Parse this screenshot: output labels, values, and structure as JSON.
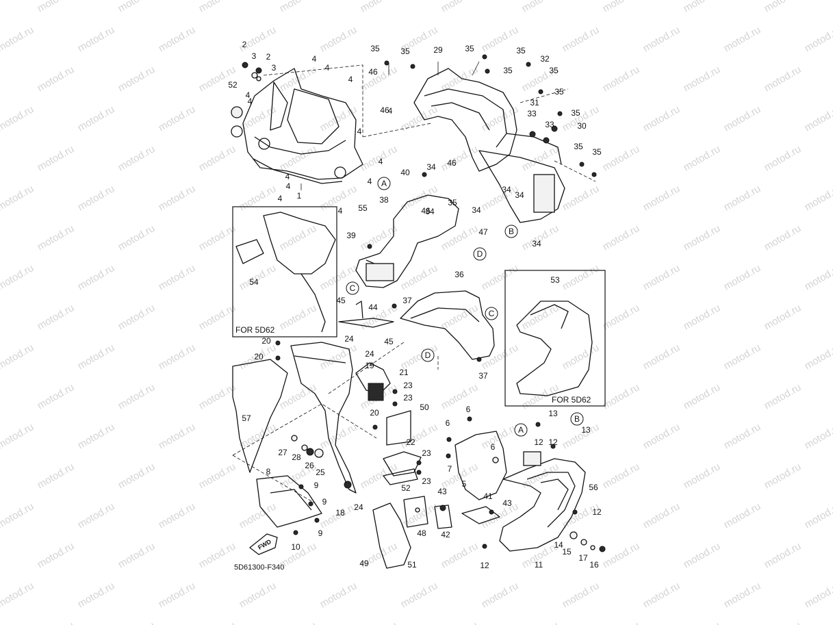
{
  "watermark": "motod.ru",
  "figure_code": "5D61300-F340",
  "fwd_label": "FWD",
  "insets": [
    {
      "id": "left",
      "label": "FOR 5D62",
      "part": "54"
    },
    {
      "id": "right",
      "label": "FOR 5D62",
      "part": "53"
    }
  ],
  "refs": [
    "A",
    "A",
    "B",
    "B",
    "C",
    "C",
    "D",
    "D"
  ],
  "callouts": [
    "1",
    "2",
    "2",
    "3",
    "3",
    "4",
    "4",
    "4",
    "4",
    "4",
    "4",
    "4",
    "4",
    "4",
    "4",
    "4",
    "4",
    "4",
    "5",
    "6",
    "6",
    "6",
    "7",
    "8",
    "9",
    "9",
    "9",
    "10",
    "11",
    "12",
    "12",
    "12",
    "12",
    "13",
    "13",
    "14",
    "15",
    "16",
    "17",
    "18",
    "19",
    "20",
    "20",
    "20",
    "21",
    "22",
    "23",
    "23",
    "23",
    "23",
    "24",
    "24",
    "24",
    "25",
    "26",
    "27",
    "28",
    "29",
    "30",
    "31",
    "32",
    "33",
    "33",
    "34",
    "34",
    "34",
    "34",
    "34",
    "34",
    "35",
    "35",
    "35",
    "35",
    "35",
    "35",
    "35",
    "35",
    "35",
    "35",
    "35",
    "36",
    "37",
    "37",
    "38",
    "39",
    "40",
    "41",
    "42",
    "43",
    "43",
    "44",
    "45",
    "45",
    "46",
    "46",
    "46",
    "46",
    "47",
    "48",
    "49",
    "50",
    "51",
    "52",
    "52",
    "55",
    "56",
    "57"
  ]
}
